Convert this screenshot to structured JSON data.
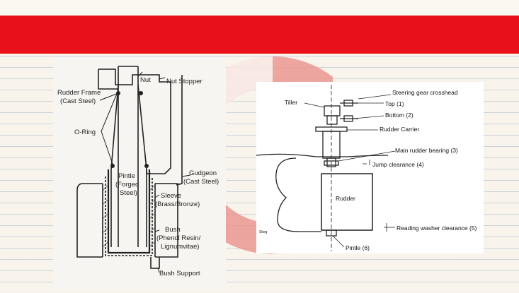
{
  "diagram_left": {
    "labels": {
      "nut": "Nut",
      "nut_stopper": "Nut Stopper",
      "rudder_frame": "Rudder Frame",
      "rudder_frame_material": "(Cast Steel)",
      "o_ring": "O-Ring",
      "pintle": "Pintle",
      "pintle_material_1": "(Forged",
      "pintle_material_2": "Steel)",
      "gudgeon": "Gudgeon",
      "gudgeon_material": "(Cast Steel)",
      "sleeve": "Sleeve",
      "sleeve_material": "(Brass/Bronze)",
      "bush": "Bush",
      "bush_material_1": "(Phenol Resin/",
      "bush_material_2": "Lignumvitae)",
      "bush_support": "Bush Support"
    }
  },
  "diagram_right": {
    "labels": {
      "steering_gear_crosshead": "Steering gear crosshead",
      "tiller": "Tiller",
      "top": "Top (1)",
      "bottom": "Bottom (2)",
      "rudder_carrier": "Rudder Carrier",
      "main_rudder_bearing": "Main rudder bearing (3)",
      "jump_clearance": "Jump clearance (4)",
      "rudder": "Rudder",
      "skeg": "Skeg",
      "reading_washer_clearance": "Reading washer clearance (5)",
      "pintle": "Pintle (6)"
    }
  },
  "colors": {
    "accent_red": "#e8101a",
    "lifebuoy_red": "#e0463c",
    "line": "#222222"
  }
}
